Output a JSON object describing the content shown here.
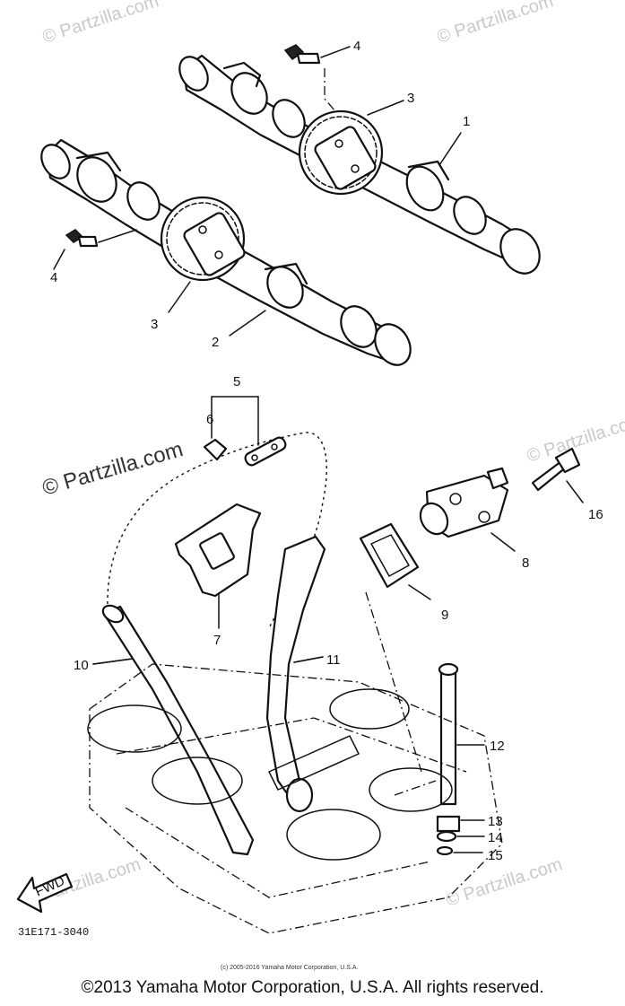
{
  "watermark": {
    "brand": "© Partzilla.com",
    "faint": "© Partzilla.com"
  },
  "callouts": [
    "1",
    "2",
    "3",
    "3",
    "4",
    "4",
    "5",
    "6",
    "7",
    "8",
    "9",
    "10",
    "11",
    "12",
    "13",
    "14",
    "15",
    "16"
  ],
  "fwd_label": "FWD",
  "drawing_ref": "31E171-3040",
  "small_copyright": "(c) 2005-2016 Yamaha Motor Corporation, U.S.A.",
  "footer_copyright": "©2013 Yamaha Motor Corporation, U.S.A. All rights reserved."
}
